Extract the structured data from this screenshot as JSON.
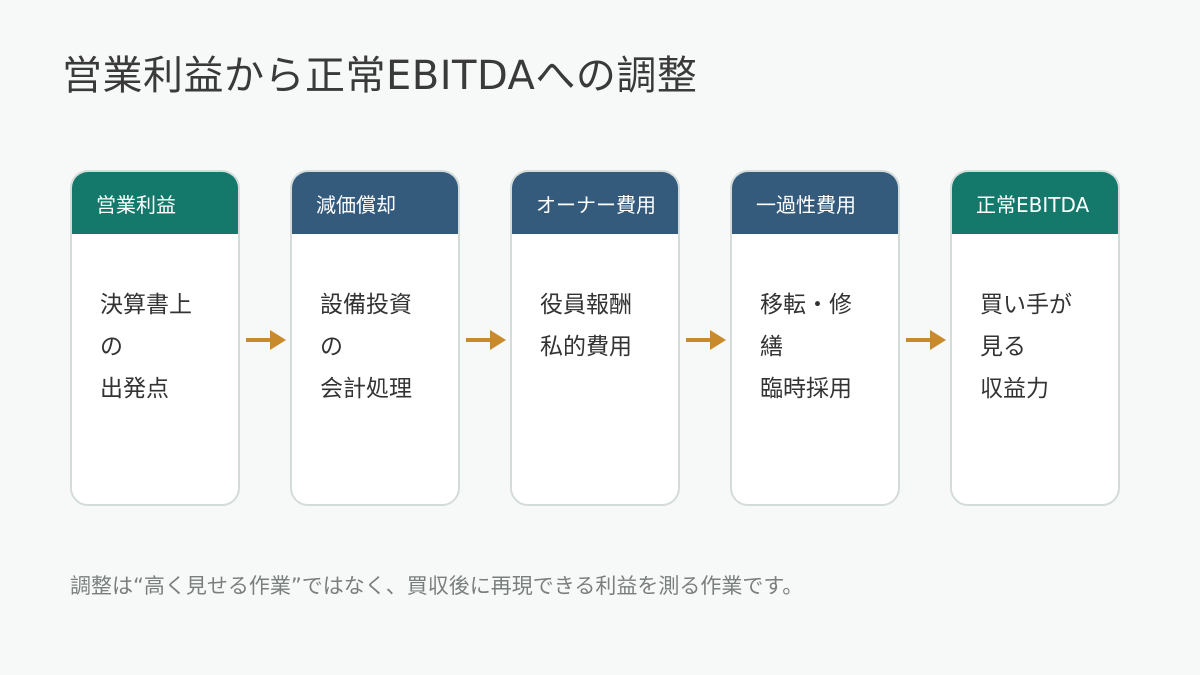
{
  "title": "営業利益から正常EBITDAへの調整",
  "steps": [
    {
      "header": "営業利益",
      "header_color": "#14796b",
      "lines": [
        "決算書上",
        "の",
        "出発点"
      ]
    },
    {
      "header": "減価償却",
      "header_color": "#345a7c",
      "lines": [
        "設備投資",
        "の",
        "会計処理"
      ]
    },
    {
      "header": "オーナー費用",
      "header_color": "#345a7c",
      "lines": [
        "役員報酬",
        "私的費用"
      ]
    },
    {
      "header": "一過性費用",
      "header_color": "#345a7c",
      "lines": [
        "移転・修",
        "繕",
        "臨時採用"
      ]
    },
    {
      "header": "正常EBITDA",
      "header_color": "#14796b",
      "lines": [
        "買い手が",
        "見る",
        "収益力"
      ]
    }
  ],
  "arrow_color": "#c98a2b",
  "footer": "調整は“高く見せる作業”ではなく、買収後に再現できる利益を測る作業です。"
}
